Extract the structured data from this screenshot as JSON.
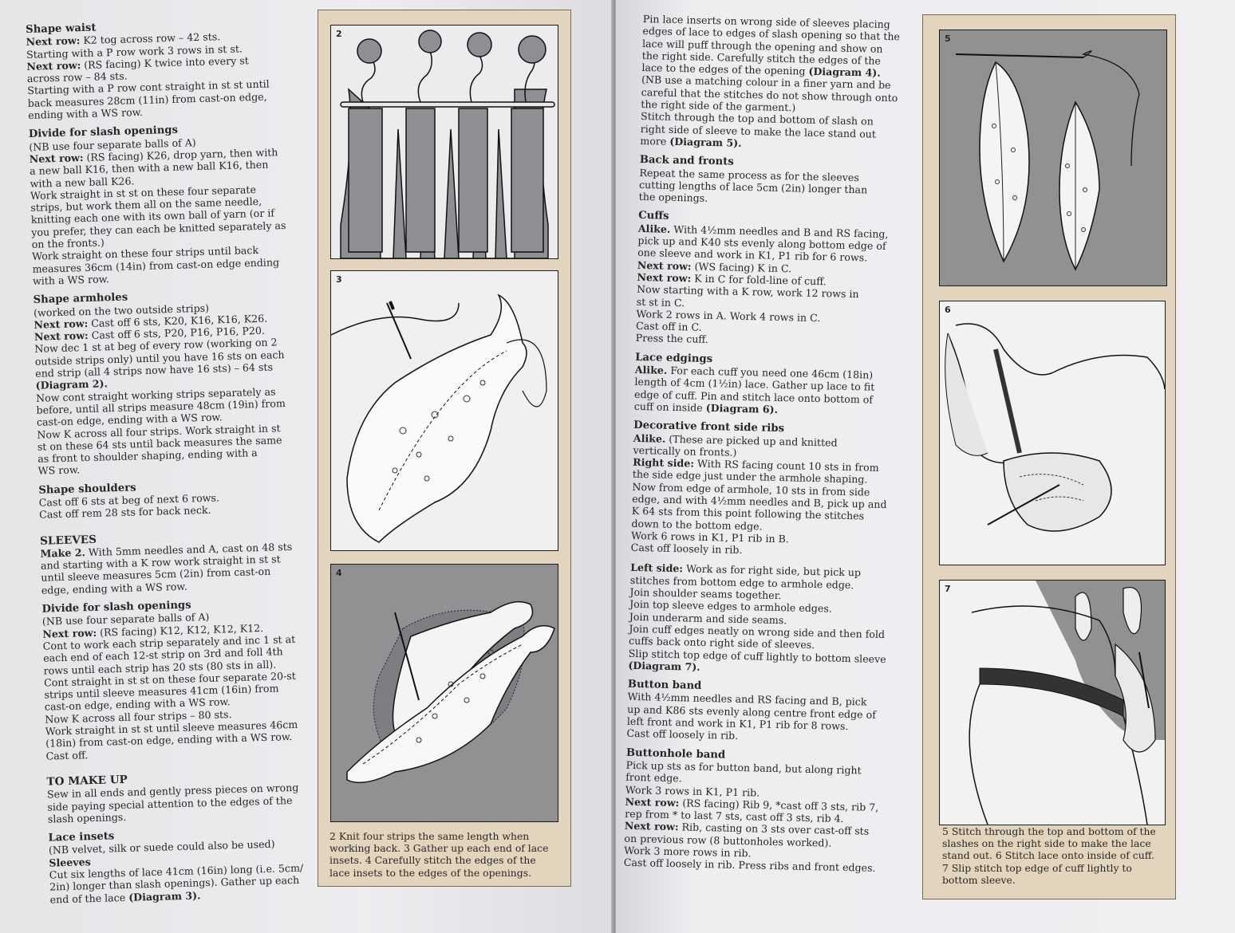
{
  "left_page": {
    "sections": [
      {
        "heading": "Shape waist",
        "lines": [
          {
            "b": "Next row:",
            "t": " K2 tog across row – 42 sts."
          },
          {
            "t": "Starting with a P row work 3 rows in st st."
          },
          {
            "b": "Next row:",
            "t": " (RS facing) K twice into every st"
          },
          {
            "t": "across row – 84 sts."
          },
          {
            "t": "Starting with a P row cont straight in st st until"
          },
          {
            "t": "back measures 28cm (11in) from cast-on edge,"
          },
          {
            "t": "ending with a WS row."
          }
        ]
      },
      {
        "heading": "Divide for slash openings",
        "lines": [
          {
            "t": "(NB use four separate balls of A)"
          },
          {
            "b": "Next row:",
            "t": " (RS facing) K26, drop yarn, then with"
          },
          {
            "t": "a new ball K16, then with a new ball K16, then"
          },
          {
            "t": "with a new ball K26."
          },
          {
            "t": "Work straight in st st on these four separate"
          },
          {
            "t": "strips, but work them all on the same needle,"
          },
          {
            "t": "knitting each one with its own ball of yarn (or if"
          },
          {
            "t": "you prefer, they can each be knitted separately as"
          },
          {
            "t": "on the fronts.)"
          },
          {
            "t": "Work straight on these four strips until back"
          },
          {
            "t": "measures 36cm (14in) from cast-on edge ending"
          },
          {
            "t": "with a WS row."
          }
        ]
      },
      {
        "heading": "Shape armholes",
        "lines": [
          {
            "t": "(worked on the two outside strips)"
          },
          {
            "b": "Next row:",
            "t": " Cast off 6 sts, K20, K16, K16, K26."
          },
          {
            "b": "Next row:",
            "t": " Cast off 6 sts, P20, P16, P16, P20."
          },
          {
            "t": "Now dec 1 st at beg of every row (working on 2"
          },
          {
            "t": "outside strips only) until you have 16 sts on each"
          },
          {
            "t": "end strip (all 4 strips now have 16 sts) – 64 sts"
          },
          {
            "b": "(Diagram 2).",
            "t": ""
          },
          {
            "t": "Now cont straight working strips separately as"
          },
          {
            "t": "before, until all strips measure 48cm (19in) from"
          },
          {
            "t": "cast-on edge, ending with a WS row."
          },
          {
            "t": "Now K across all four strips. Work straight in st"
          },
          {
            "t": "st on these 64 sts until back measures the same"
          },
          {
            "t": "as front to shoulder shaping, ending with a"
          },
          {
            "t": "WS row."
          }
        ]
      },
      {
        "heading": "Shape shoulders",
        "lines": [
          {
            "t": "Cast off 6 sts at beg of next 6 rows."
          },
          {
            "t": "Cast off rem 28 sts for back neck."
          }
        ]
      },
      {
        "heading": "SLEEVES",
        "big": true,
        "lines": [
          {
            "b": "Make 2.",
            "t": " With 5mm needles and A, cast on 48 sts"
          },
          {
            "t": "and starting with a K row work straight in st st"
          },
          {
            "t": "until sleeve measures 5cm (2in) from cast-on"
          },
          {
            "t": "edge, ending with a WS row."
          }
        ]
      },
      {
        "heading": "Divide for slash openings",
        "lines": [
          {
            "t": "(NB use four separate balls of A)"
          },
          {
            "b": "Next row:",
            "t": " (RS facing) K12, K12, K12, K12."
          },
          {
            "t": "Cont to work each strip separately and inc 1 st at"
          },
          {
            "t": "each end of each 12-st strip on 3rd and foll 4th"
          },
          {
            "t": "rows until each strip has 20 sts (80 sts in all)."
          },
          {
            "t": "Cont straight in st st on these four separate 20-st"
          },
          {
            "t": "strips until sleeve measures 41cm (16in) from"
          },
          {
            "t": "cast-on edge, ending with a WS row."
          },
          {
            "t": "Now K across all four strips – 80 sts."
          },
          {
            "t": "Work straight in st st until sleeve measures 46cm"
          },
          {
            "t": "(18in) from cast-on edge, ending with a WS row."
          },
          {
            "t": "Cast off."
          }
        ]
      },
      {
        "heading": "TO MAKE UP",
        "big": true,
        "lines": [
          {
            "t": "Sew in all ends and gently press pieces on wrong"
          },
          {
            "t": "side paying special attention to the edges of the"
          },
          {
            "t": "slash openings."
          }
        ]
      },
      {
        "heading": "Lace insets",
        "lines": [
          {
            "t": "(NB velvet, silk or suede could also be used)"
          },
          {
            "b": "Sleeves",
            "t": ""
          },
          {
            "t": "Cut six lengths of lace 41cm (16in) long (i.e. 5cm/"
          },
          {
            "t": "2in) longer than slash openings). Gather up each"
          },
          {
            "t": "end of the lace ",
            "b2": "(Diagram 3)."
          }
        ]
      }
    ],
    "diagrams": [
      {
        "number": "2",
        "icon": "knitting-strips-diagram"
      },
      {
        "number": "3",
        "icon": "gathered-lace-diagram"
      },
      {
        "number": "4",
        "icon": "stitch-lace-inset-diagram"
      }
    ],
    "caption": [
      "2 Knit four strips the same length when",
      "working back. 3 Gather up each end of lace",
      "insets. 4 Carefully stitch the edges of the",
      "lace insets to the edges of the openings."
    ]
  },
  "right_page": {
    "sections": [
      {
        "heading": "",
        "lines": [
          {
            "t": "Pin lace inserts on wrong side of sleeves placing"
          },
          {
            "t": "edges of lace to edges of slash opening so that the"
          },
          {
            "t": "lace will puff through the opening and show on"
          },
          {
            "t": "the right side. Carefully stitch the edges of the"
          },
          {
            "t": "lace to the edges of the opening ",
            "b2": "(Diagram 4)."
          },
          {
            "t": "(NB use a matching colour in a finer yarn and be"
          },
          {
            "t": "careful that the stitches do not show through onto"
          },
          {
            "t": "the right side of the garment.)"
          },
          {
            "t": "Stitch through the top and bottom of slash on"
          },
          {
            "t": "right side of sleeve to make the lace stand out"
          },
          {
            "t": "more ",
            "b2": "(Diagram 5)."
          }
        ]
      },
      {
        "heading": "Back and fronts",
        "lines": [
          {
            "t": "Repeat the same process as for the sleeves"
          },
          {
            "t": "cutting lengths of lace 5cm (2in) longer than"
          },
          {
            "t": "the openings."
          }
        ]
      },
      {
        "heading": "Cuffs",
        "lines": [
          {
            "b": "Alike.",
            "t": " With 4½mm needles and B and RS facing,"
          },
          {
            "t": "pick up and K40 sts evenly along bottom edge of"
          },
          {
            "t": "one sleeve and work in K1, P1 rib for 6 rows."
          },
          {
            "b": "Next row:",
            "t": " (WS facing) K in C."
          },
          {
            "b": "Next row:",
            "t": " K in C for fold-line of cuff."
          },
          {
            "t": "Now starting with a K row, work 12 rows in"
          },
          {
            "t": "st st in C."
          },
          {
            "t": "Work 2 rows in A. Work 4 rows in C."
          },
          {
            "t": "Cast off in C."
          },
          {
            "t": "Press the cuff."
          }
        ]
      },
      {
        "heading": "Lace edgings",
        "lines": [
          {
            "b": "Alike.",
            "t": " For each cuff you need one 46cm (18in)"
          },
          {
            "t": "length of 4cm (1½in) lace. Gather up lace to fit"
          },
          {
            "t": "edge of cuff. Pin and stitch lace onto bottom of"
          },
          {
            "t": "cuff on inside ",
            "b2": "(Diagram 6)."
          }
        ]
      },
      {
        "heading": "Decorative front side ribs",
        "lines": [
          {
            "b": "Alike.",
            "t": " (These are picked up and knitted"
          },
          {
            "t": "vertically on fronts.)"
          },
          {
            "b": "Right side:",
            "t": " With RS facing count 10 sts in from"
          },
          {
            "t": "the side edge just under the armhole shaping."
          },
          {
            "t": "Now from edge of armhole, 10 sts in from side"
          },
          {
            "t": "edge, and with 4½mm needles and B, pick up and"
          },
          {
            "t": "K 64 sts from this point following the stitches"
          },
          {
            "t": "down to the bottom edge."
          },
          {
            "t": "Work 6 rows in K1, P1 rib in B."
          },
          {
            "t": "Cast off loosely in rib."
          }
        ]
      },
      {
        "heading": "",
        "lines": [
          {
            "b": "Left side:",
            "t": " Work as for right side, but pick up"
          },
          {
            "t": "stitches from bottom edge to armhole edge."
          },
          {
            "t": "Join shoulder seams together."
          },
          {
            "t": "Join top sleeve edges to armhole edges."
          },
          {
            "t": "Join underarm and side seams."
          },
          {
            "t": "Join cuff edges neatly on wrong side and then fold"
          },
          {
            "t": "cuffs back onto right side of sleeves."
          },
          {
            "t": "Slip stitch top edge of cuff lightly to bottom sleeve"
          },
          {
            "b": "(Diagram 7).",
            "t": ""
          }
        ]
      },
      {
        "heading": "Button band",
        "lines": [
          {
            "t": "With 4½mm needles and RS facing and B, pick"
          },
          {
            "t": "up and K86 sts evenly along centre front edge of"
          },
          {
            "t": "left front and work in K1, P1 rib for 8 rows."
          },
          {
            "t": "Cast off loosely in rib."
          }
        ]
      },
      {
        "heading": "Buttonhole band",
        "lines": [
          {
            "t": "Pick up sts as for button band, but along right"
          },
          {
            "t": "front edge."
          },
          {
            "t": "Work 3 rows in K1, P1 rib."
          },
          {
            "b": "Next row:",
            "t": " (RS facing) Rib 9, *cast off 3 sts, rib 7,"
          },
          {
            "t": "rep from * to last 7 sts, cast off 3 sts, rib 4."
          },
          {
            "b": "Next row:",
            "t": " Rib, casting on 3 sts over cast-off sts"
          },
          {
            "t": "on previous row (8 buttonholes worked)."
          },
          {
            "t": "Work 3 more rows in rib."
          },
          {
            "t": "Cast off loosely in rib. Press ribs and front edges."
          }
        ]
      }
    ],
    "diagrams": [
      {
        "number": "5",
        "icon": "lace-slash-stitching-diagram"
      },
      {
        "number": "6",
        "icon": "cuff-lace-edging-diagram"
      },
      {
        "number": "7",
        "icon": "slip-stitch-cuff-diagram"
      }
    ],
    "caption": [
      "5 Stitch through the top and bottom of the",
      "slashes on the right side to make the lace",
      "stand out. 6 Stitch lace onto inside of cuff.",
      "7 Slip stitch top edge of cuff lightly to",
      "bottom sleeve."
    ]
  },
  "colors": {
    "paper": "#ebebee",
    "strip": "#e3d5bd",
    "panel_grey": "#8f8f92",
    "ink": "#262626"
  }
}
